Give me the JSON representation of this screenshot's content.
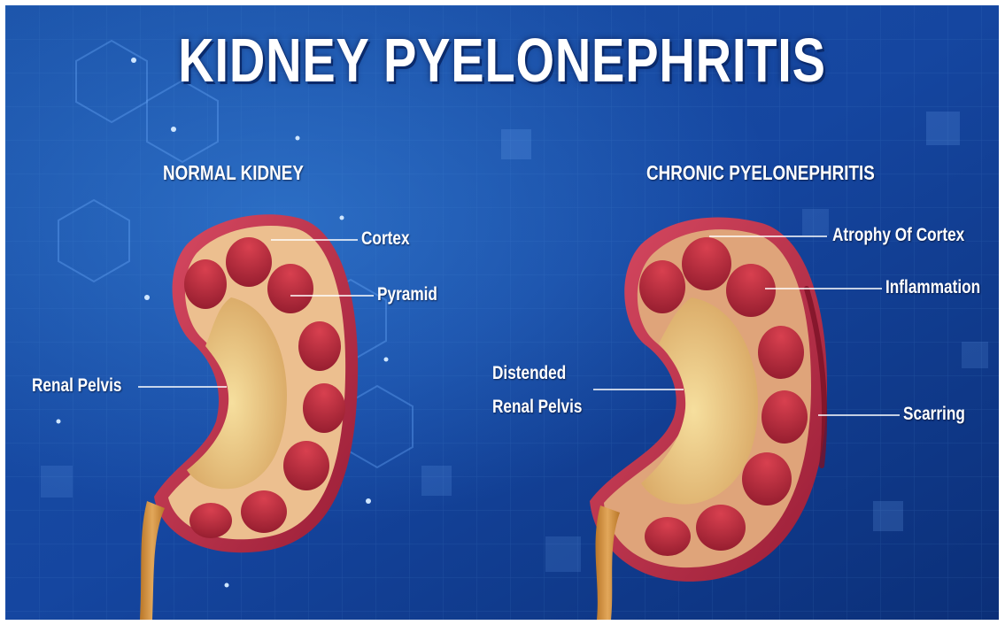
{
  "title": "KIDNEY PYELONEPHRITIS",
  "panels": [
    {
      "heading": "NORMAL KIDNEY",
      "labels": {
        "cortex": "Cortex",
        "pyramid": "Pyramid",
        "renal_pelvis": "Renal Pelvis"
      }
    },
    {
      "heading": "CHRONIC PYELONEPHRITIS",
      "labels": {
        "atrophy": "Atrophy Of Cortex",
        "inflammation": "Inflammation",
        "distended_line1": "Distended",
        "distended_line2": "Renal Pelvis",
        "scarring": "Scarring"
      }
    }
  ],
  "colors": {
    "background_dark": "#0d3a86",
    "background_light": "#3f86cf",
    "capsule": "#c4304a",
    "cortex": "#e8b98a",
    "pyramid": "#b4283c",
    "pelvis": "#e9c17b",
    "ureter": "#c98a3a"
  }
}
